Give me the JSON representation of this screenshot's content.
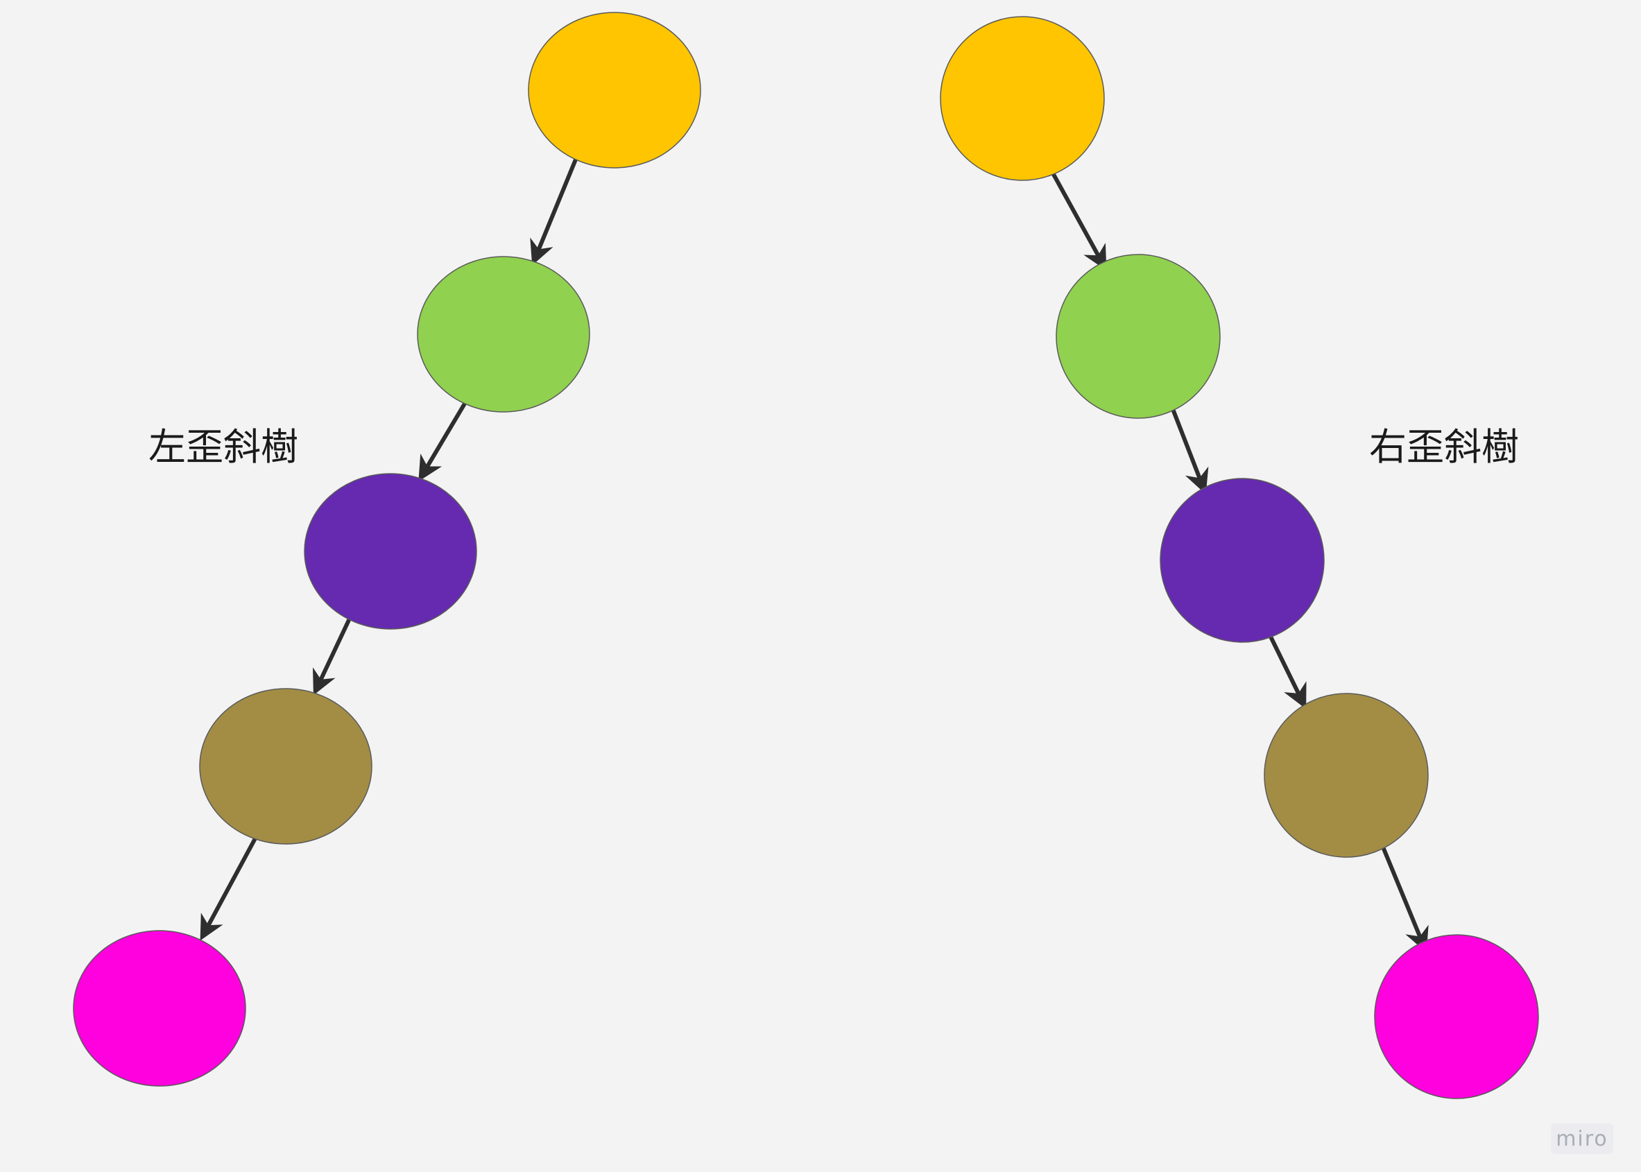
{
  "labels": {
    "left_tree": "左歪斜樹",
    "right_tree": "右歪斜樹"
  },
  "watermark": "miro",
  "colors": {
    "background": "#f3f3f3",
    "level_1": "#ffc500",
    "level_2": "#90d14f",
    "level_3": "#652ab0",
    "level_4": "#a38d45",
    "level_5": "#ff00de",
    "edge": "#2e2e2e",
    "node_outline": "#5a5a5a"
  },
  "trees": [
    {
      "name": "left",
      "nodes": [
        "level_1",
        "level_2",
        "level_3",
        "level_4",
        "level_5"
      ]
    },
    {
      "name": "right",
      "nodes": [
        "level_1",
        "level_2",
        "level_3",
        "level_4",
        "level_5"
      ]
    }
  ]
}
